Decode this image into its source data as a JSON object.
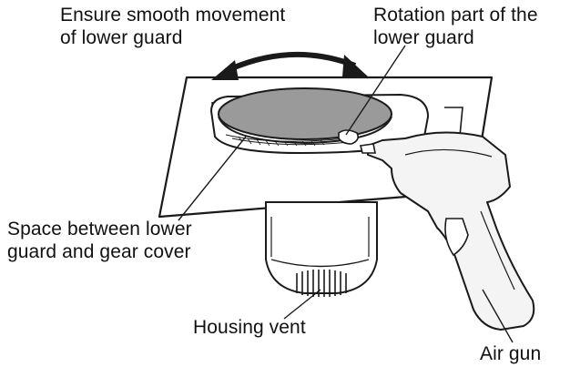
{
  "labels": {
    "smooth_movement": [
      "Ensure smooth movement",
      "of lower guard"
    ],
    "rotation_part": [
      "Rotation part of the",
      "lower guard"
    ],
    "space_between": [
      "Space between lower",
      "guard and gear cover"
    ],
    "housing_vent": "Housing vent",
    "air_gun": "Air gun"
  },
  "colors": {
    "line": "#1a1a1a",
    "guard_fill": "#9a9a9a",
    "gun_fill": "#f4f4f4",
    "background": "#ffffff"
  }
}
